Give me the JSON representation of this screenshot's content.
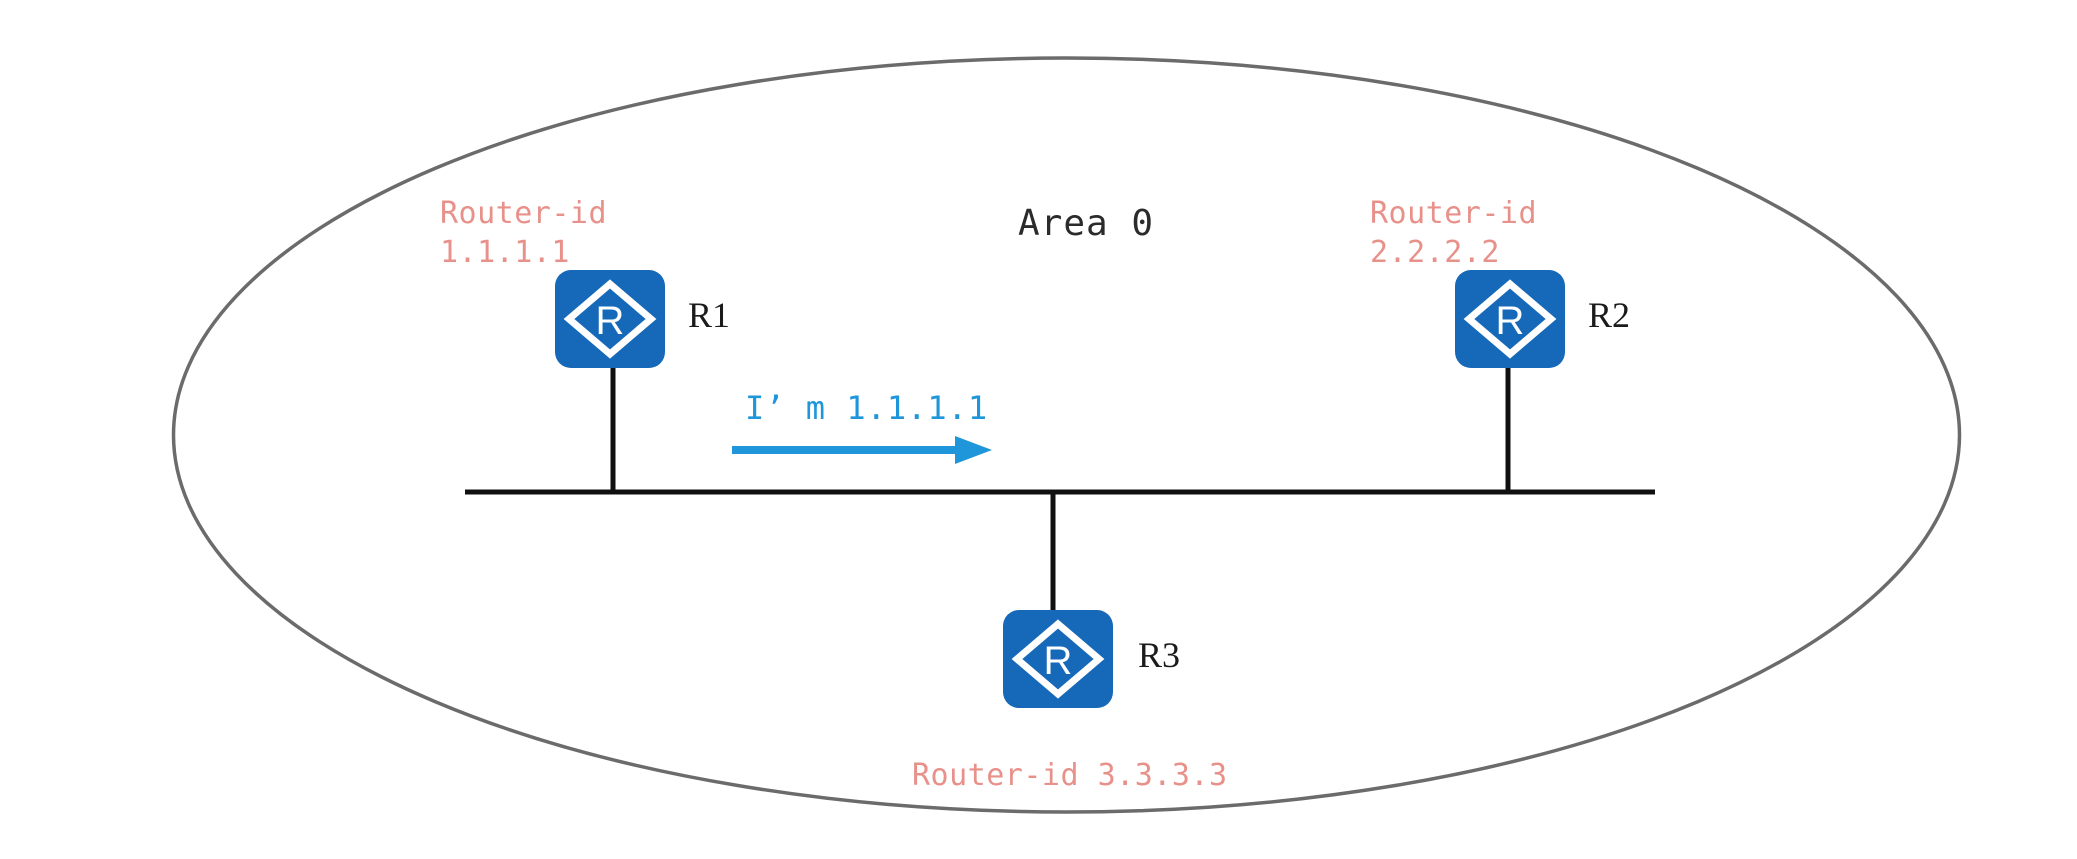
{
  "diagram": {
    "type": "network-topology",
    "title_label": "Area 0",
    "area_boundary": {
      "shape": "ellipse",
      "stroke_color": "#6B6B6B",
      "stroke_width": 3,
      "label": "Area 0"
    },
    "bus_segment": {
      "color": "#101010",
      "orientation": "horizontal"
    },
    "message_flow": {
      "label": "I’ m 1.1.1.1",
      "color": "#1E96D9",
      "direction": "left-to-right",
      "source": "R1"
    },
    "routers": [
      {
        "id": "r1",
        "name": "R1",
        "icon": "router-icon",
        "icon_letter": "R",
        "icon_color": "#1668B8",
        "router_id_lines": [
          "Router-id",
          "1.1.1.1"
        ],
        "router_id_color": "#E8918A"
      },
      {
        "id": "r2",
        "name": "R2",
        "icon": "router-icon",
        "icon_letter": "R",
        "icon_color": "#1668B8",
        "router_id_lines": [
          "Router-id",
          "2.2.2.2"
        ],
        "router_id_color": "#E8918A"
      },
      {
        "id": "r3",
        "name": "R3",
        "icon": "router-icon",
        "icon_letter": "R",
        "icon_color": "#1668B8",
        "router_id_lines": [
          "Router-id 3.3.3.3"
        ],
        "router_id_color": "#E8918A"
      }
    ]
  }
}
